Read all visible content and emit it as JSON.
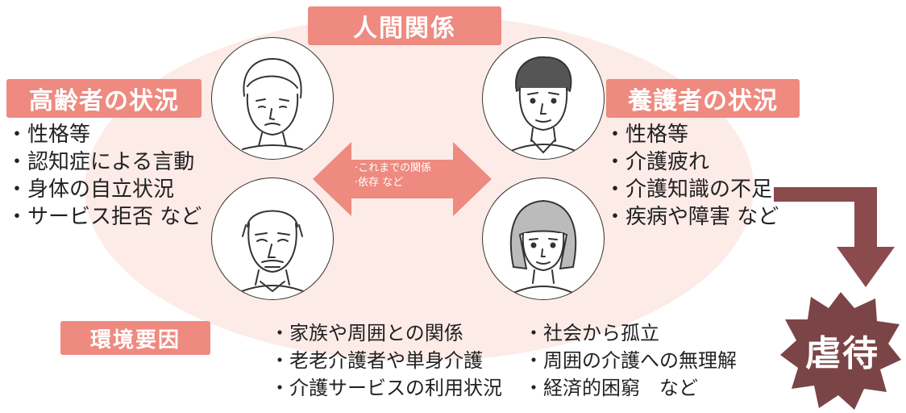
{
  "colors": {
    "label_bg": "#ee8a80",
    "ellipse_bg": "#fcebe7",
    "flow_arrow": "#8b4a4c",
    "burst": "#7b4446"
  },
  "relationship": {
    "title": "人間関係",
    "arrow_lines": [
      "·これまでの関係",
      "·依存 など"
    ]
  },
  "elderly": {
    "title": "高齢者の状況",
    "items": [
      "・性格等",
      "・認知症による言動",
      "・身体の自立状況",
      "・サービス拒否 など"
    ]
  },
  "caregiver": {
    "title": "養護者の状況",
    "items": [
      "・性格等",
      "・介護疲れ",
      "・介護知識の不足",
      "・疾病や障害 など"
    ]
  },
  "environment": {
    "title": "環境要因",
    "col1": [
      "・家族や周囲との関係",
      "・老老介護者や単身介護",
      "・介護サービスの利用状況"
    ],
    "col2": [
      "・社会から孤立",
      "・周囲の介護への無理解",
      "・経済的困窮　など"
    ]
  },
  "result": {
    "label": "虐待"
  },
  "icons": {
    "faces": [
      "elderly-woman-icon",
      "elderly-man-icon",
      "young-man-icon",
      "woman-icon"
    ],
    "flow": "bent-arrow-icon"
  }
}
